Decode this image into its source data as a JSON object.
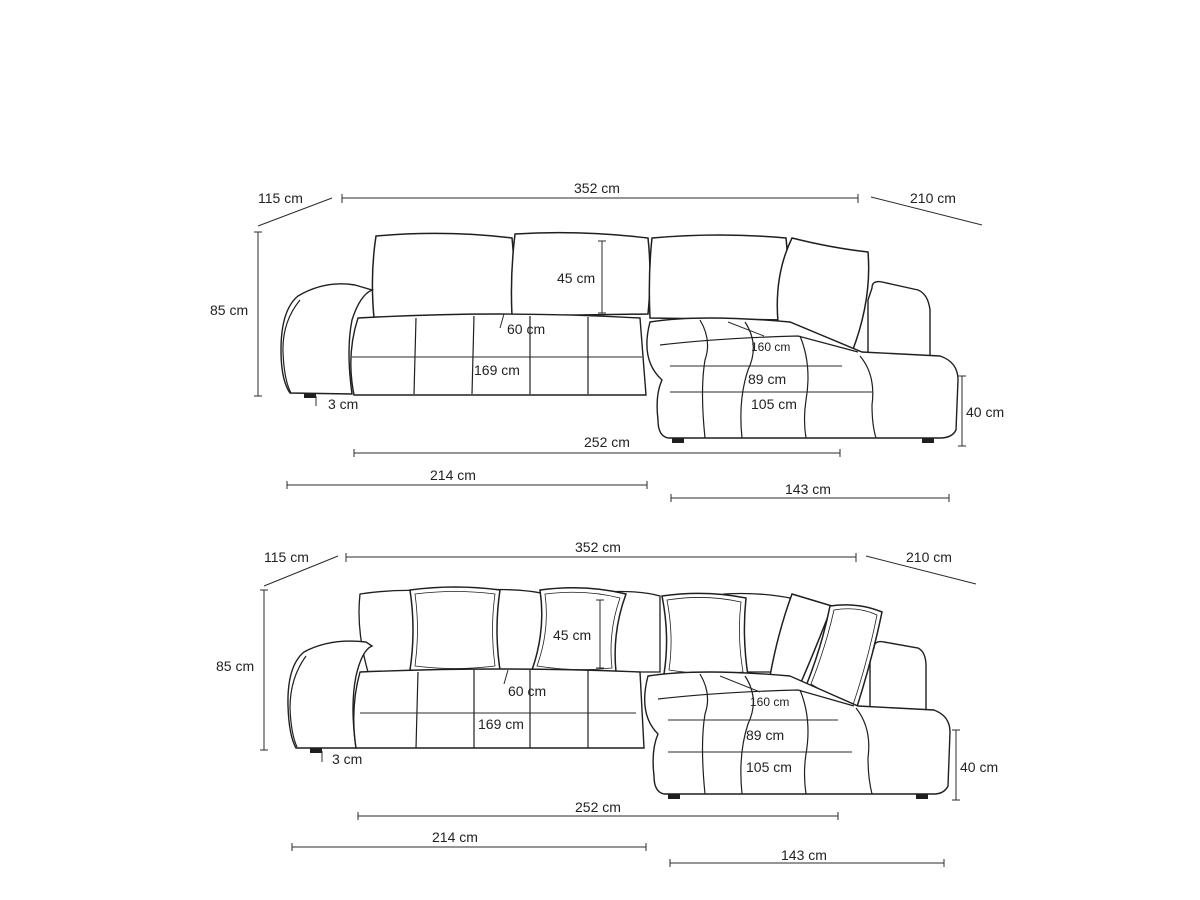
{
  "views": [
    {
      "id": "sofa-view-top",
      "labels": {
        "depth_arm": "115 cm",
        "length_total": "352 cm",
        "depth_chaise": "210 cm",
        "height_total": "85 cm",
        "backrest_height": "45 cm",
        "seat_depth": "60 cm",
        "chaise_seat_depth": "160 cm",
        "seat_width_main": "169 cm",
        "chaise_width_inner": "89 cm",
        "chaise_width": "105 cm",
        "foot_height": "3 cm",
        "seat_height": "40 cm",
        "length_seat": "252 cm",
        "length_main": "214 cm",
        "length_chaise": "143 cm"
      }
    },
    {
      "id": "sofa-view-bottom",
      "labels": {
        "depth_arm": "115 cm",
        "length_total": "352 cm",
        "depth_chaise": "210 cm",
        "height_total": "85 cm",
        "backrest_height": "45 cm",
        "seat_depth": "60 cm",
        "chaise_seat_depth": "160 cm",
        "seat_width_main": "169 cm",
        "chaise_width_inner": "89 cm",
        "chaise_width": "105 cm",
        "foot_height": "3 cm",
        "seat_height": "40 cm",
        "length_seat": "252 cm",
        "length_main": "214 cm",
        "length_chaise": "143 cm"
      }
    }
  ]
}
